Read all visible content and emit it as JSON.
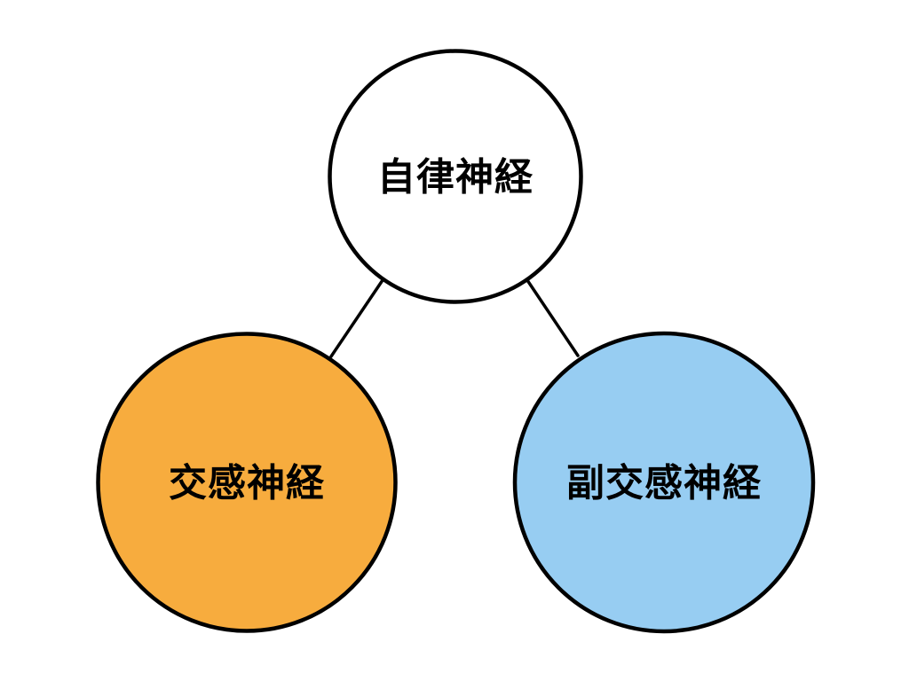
{
  "diagram": {
    "background_color": "#FFFFFF",
    "outline_color": "#000000",
    "text_color": "#000000",
    "nodes": [
      {
        "name": "autonomic-nerve",
        "label": "自律神経",
        "fill": "#FFFFFF"
      },
      {
        "name": "sympathetic-nerve",
        "label": "交感神経",
        "fill": "#F7AC3E"
      },
      {
        "name": "parasympathetic-nerve",
        "label": "副交感神経",
        "fill": "#97CDF2"
      }
    ],
    "edges": [
      {
        "name": "edge-autonomic-to-sympathetic"
      },
      {
        "name": "edge-autonomic-to-parasympathetic"
      }
    ]
  }
}
